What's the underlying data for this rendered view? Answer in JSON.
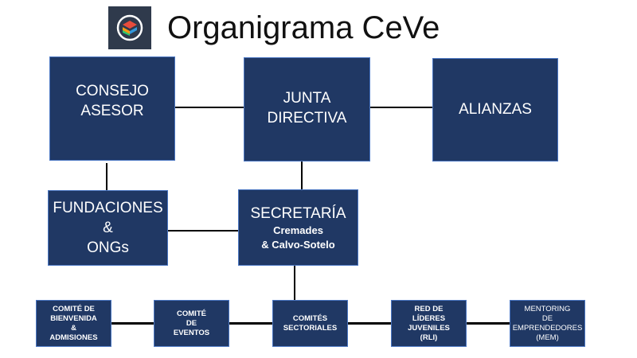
{
  "title": "Organigrama CeVe",
  "logo_icon": "layered-diamond-logo-icon",
  "colors": {
    "box_fill": "#203864",
    "box_border": "#4a76c2",
    "connector": "#000000"
  },
  "nodes": {
    "consejo": [
      "CONSEJO",
      "ASESOR"
    ],
    "junta": [
      "JUNTA",
      "DIRECTIVA"
    ],
    "alianzas": [
      "ALIANZAS"
    ],
    "fundaciones": [
      "FUNDACIONES",
      "&",
      "ONGs"
    ],
    "secretaria": {
      "title": "SECRETARÍA",
      "sub": [
        "Cremades",
        "& Calvo-Sotelo"
      ]
    },
    "bienvenida": [
      "COMITÉ DE",
      "BIENVENIDA",
      "&",
      "ADMISIONES"
    ],
    "eventos": [
      "COMITÉ",
      "DE",
      "EVENTOS"
    ],
    "sectoriales": [
      "COMITÉS",
      "SECTORIALES"
    ],
    "rli": [
      "RED DE",
      "LÍDERES",
      "JUVENILES",
      "(RLI)"
    ],
    "mem": [
      "MENTORING",
      "DE",
      "EMPRENDEDORES",
      "(MEM)"
    ]
  }
}
